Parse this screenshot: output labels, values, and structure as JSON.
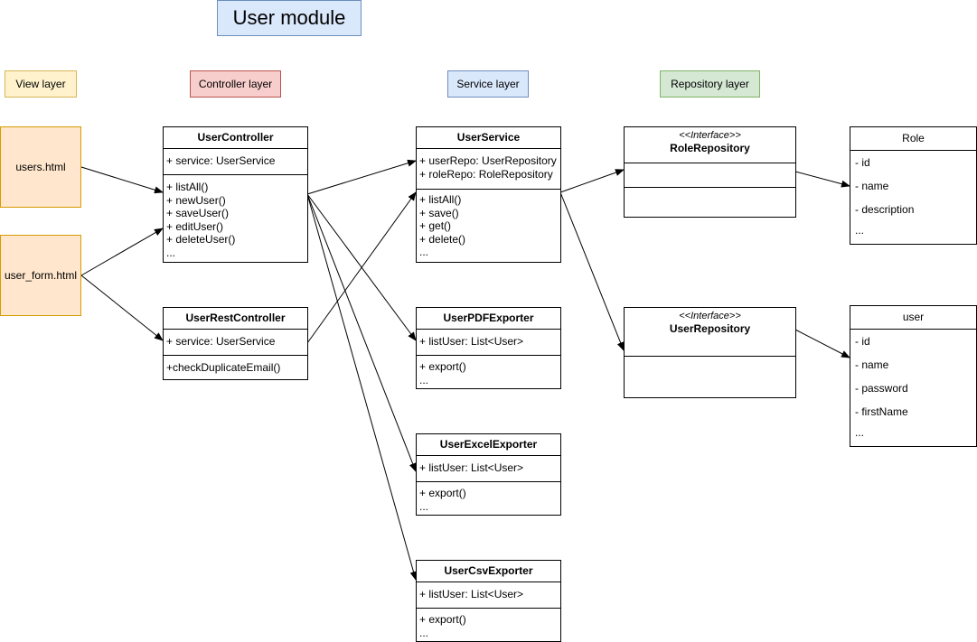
{
  "title": "User module",
  "layers": {
    "view": "View layer",
    "controller": "Controller layer",
    "service": "Service layer",
    "repository": "Repository layer"
  },
  "pages": {
    "users": "users.html",
    "user_form": "user_form.html"
  },
  "user_controller": {
    "name": "UserController",
    "attrs": [
      "+ service: UserService"
    ],
    "methods": [
      "+ listAll()",
      "+ newUser()",
      "+ saveUser()",
      "+ editUser()",
      "+ deleteUser()",
      "..."
    ]
  },
  "user_rest_controller": {
    "name": "UserRestController",
    "attrs": [
      "+ service: UserService"
    ],
    "methods": [
      "+checkDuplicateEmail()"
    ]
  },
  "user_service": {
    "name": "UserService",
    "attrs": [
      "+ userRepo: UserRepository",
      "+ roleRepo: RoleRepository"
    ],
    "methods": [
      "+ listAll()",
      "+ save()",
      "+ get()",
      "+ delete()",
      "..."
    ]
  },
  "pdf_exporter": {
    "name": "UserPDFExporter",
    "attrs": [
      "+ listUser: List<User>"
    ],
    "methods": [
      "+ export()",
      "..."
    ]
  },
  "excel_exporter": {
    "name": "UserExcelExporter",
    "attrs": [
      "+ listUser: List<User>"
    ],
    "methods": [
      "+ export()",
      "..."
    ]
  },
  "csv_exporter": {
    "name": "UserCsvExporter",
    "attrs": [
      "+ listUser: List<User>"
    ],
    "methods": [
      "+ export()",
      "..."
    ]
  },
  "role_repository": {
    "stereotype": "<<Interface>>",
    "name": "RoleRepository"
  },
  "user_repository": {
    "stereotype": "<<Interface>>",
    "name": "UserRepository"
  },
  "role_entity": {
    "name": "Role",
    "fields": [
      "- id",
      "- name",
      "- description"
    ],
    "more": "..."
  },
  "user_entity": {
    "name": "user",
    "fields": [
      "- id",
      "- name",
      "- password",
      "- firstName"
    ],
    "more": "..."
  }
}
